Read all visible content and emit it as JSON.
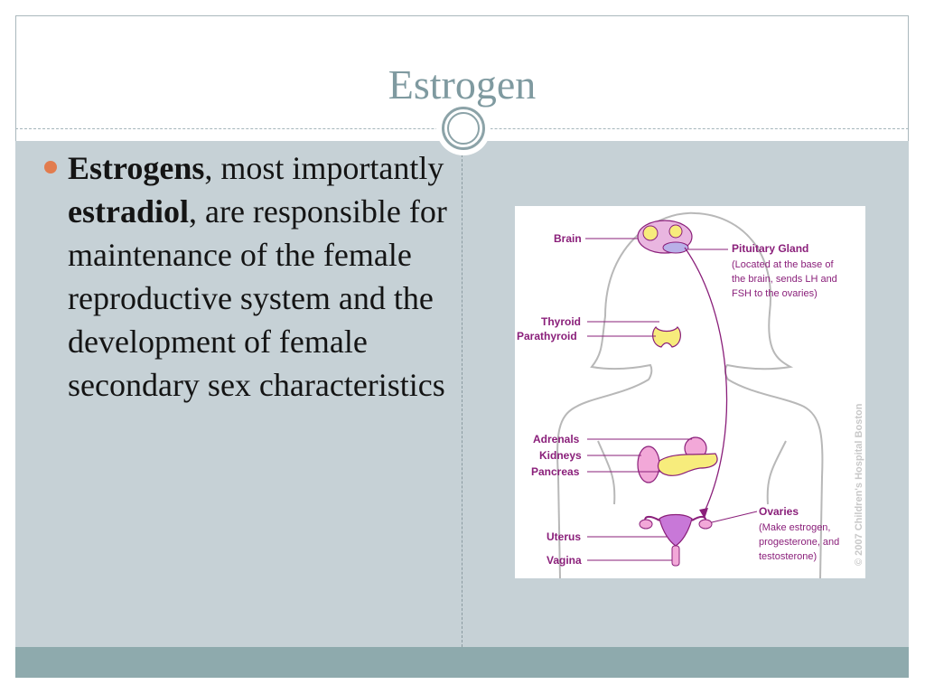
{
  "slide": {
    "title": "Estrogen",
    "bullet": {
      "bold1": "Estrogens",
      "text1": ", most importantly ",
      "bold2": "estradiol",
      "text2": ", are responsible for maintenance of the female reproductive system and the development of female secondary sex characteristics"
    }
  },
  "diagram": {
    "labels": {
      "brain": "Brain",
      "pituitary": "Pituitary Gland",
      "pituitary_note_1": "(Located at the base of",
      "pituitary_note_2": "the brain, sends LH and",
      "pituitary_note_3": "FSH to the ovaries)",
      "thyroid": "Thyroid",
      "parathyroid": "Parathyroid",
      "adrenals": "Adrenals",
      "kidneys": "Kidneys",
      "pancreas": "Pancreas",
      "ovaries": "Ovaries",
      "ovaries_note_1": "(Make estrogen,",
      "ovaries_note_2": "progesterone, and",
      "ovaries_note_3": "testosterone)",
      "uterus": "Uterus",
      "vagina": "Vagina"
    },
    "copyright": "© 2007 Children's Hospital Boston",
    "colors": {
      "label": "#8a1f7a",
      "brain": "#e9b6e0",
      "gland": "#f7ec7c",
      "kidney": "#f2a8d8",
      "uterus": "#c878d8"
    }
  },
  "theme": {
    "accent": "#e27c4e",
    "title": "#7f9aa0",
    "panel": "#c6d1d6",
    "footer": "#8eaaad"
  }
}
